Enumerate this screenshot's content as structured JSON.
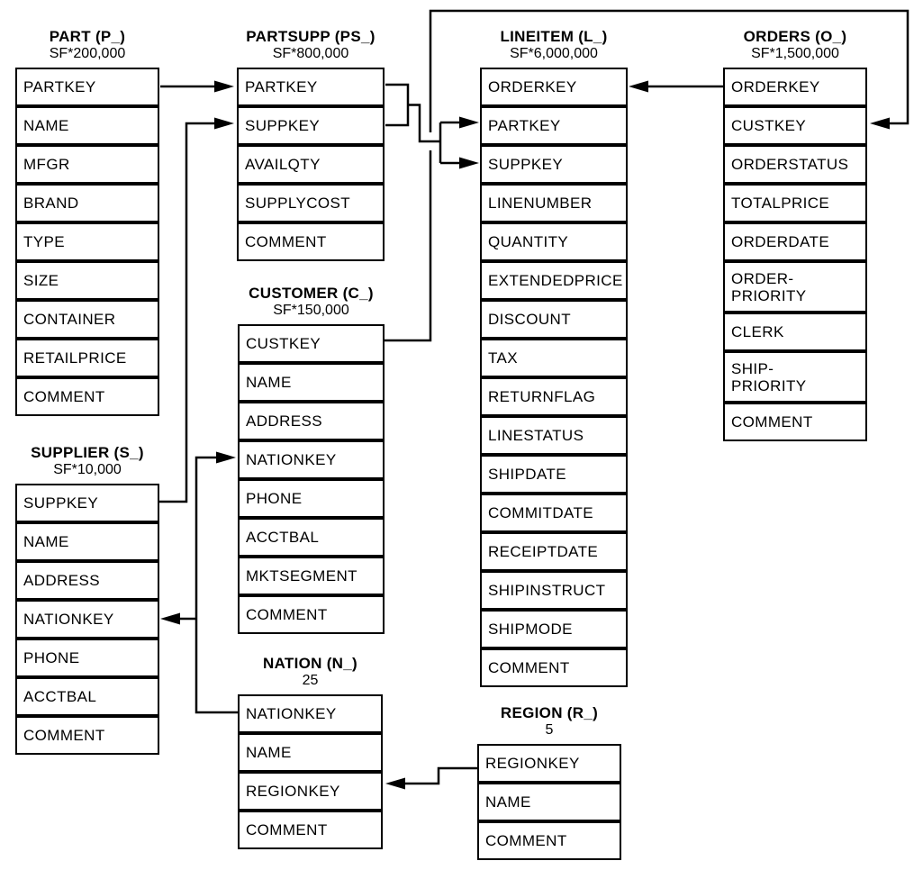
{
  "tables": {
    "part": {
      "title": "PART (P_)",
      "cardinality": "SF*200,000",
      "columns": [
        "PARTKEY",
        "NAME",
        "MFGR",
        "BRAND",
        "TYPE",
        "SIZE",
        "CONTAINER",
        "RETAILPRICE",
        "COMMENT"
      ]
    },
    "partsupp": {
      "title": "PARTSUPP (PS_)",
      "cardinality": "SF*800,000",
      "columns": [
        "PARTKEY",
        "SUPPKEY",
        "AVAILQTY",
        "SUPPLYCOST",
        "COMMENT"
      ]
    },
    "lineitem": {
      "title": "LINEITEM (L_)",
      "cardinality": "SF*6,000,000",
      "columns": [
        "ORDERKEY",
        "PARTKEY",
        "SUPPKEY",
        "LINENUMBER",
        "QUANTITY",
        "EXTENDEDPRICE",
        "DISCOUNT",
        "TAX",
        "RETURNFLAG",
        "LINESTATUS",
        "SHIPDATE",
        "COMMITDATE",
        "RECEIPTDATE",
        "SHIPINSTRUCT",
        "SHIPMODE",
        "COMMENT"
      ]
    },
    "orders": {
      "title": "ORDERS (O_)",
      "cardinality": "SF*1,500,000",
      "columns": [
        "ORDERKEY",
        "CUSTKEY",
        "ORDERSTATUS",
        "TOTALPRICE",
        "ORDERDATE",
        {
          "label": "ORDER-\nPRIORITY",
          "tall": true
        },
        "CLERK",
        {
          "label": "SHIP-\nPRIORITY",
          "tall": true
        },
        "COMMENT"
      ]
    },
    "customer": {
      "title": "CUSTOMER (C_)",
      "cardinality": "SF*150,000",
      "columns": [
        "CUSTKEY",
        "NAME",
        "ADDRESS",
        "NATIONKEY",
        "PHONE",
        "ACCTBAL",
        "MKTSEGMENT",
        "COMMENT"
      ]
    },
    "supplier": {
      "title": "SUPPLIER (S_)",
      "cardinality": "SF*10,000",
      "columns": [
        "SUPPKEY",
        "NAME",
        "ADDRESS",
        "NATIONKEY",
        "PHONE",
        "ACCTBAL",
        "COMMENT"
      ]
    },
    "nation": {
      "title": "NATION (N_)",
      "cardinality": "25",
      "columns": [
        "NATIONKEY",
        "NAME",
        "REGIONKEY",
        "COMMENT"
      ]
    },
    "region": {
      "title": "REGION (R_)",
      "cardinality": "5",
      "columns": [
        "REGIONKEY",
        "NAME",
        "COMMENT"
      ]
    }
  },
  "relationships": [
    {
      "from": "PART.PARTKEY",
      "to": "PARTSUPP.PARTKEY"
    },
    {
      "from": "SUPPLIER.SUPPKEY",
      "to": "PARTSUPP.SUPPKEY"
    },
    {
      "from": "PARTSUPP.PARTKEY",
      "to": "LINEITEM.PARTKEY"
    },
    {
      "from": "PARTSUPP.SUPPKEY",
      "to": "LINEITEM.SUPPKEY"
    },
    {
      "from": "ORDERS.ORDERKEY",
      "to": "LINEITEM.ORDERKEY"
    },
    {
      "from": "CUSTOMER.CUSTKEY",
      "to": "ORDERS.CUSTKEY"
    },
    {
      "from": "NATION.NATIONKEY",
      "to": "SUPPLIER.NATIONKEY"
    },
    {
      "from": "NATION.NATIONKEY",
      "to": "CUSTOMER.NATIONKEY"
    },
    {
      "from": "REGION.REGIONKEY",
      "to": "NATION.REGIONKEY"
    }
  ],
  "colors": {
    "line": "#000000",
    "text": "#000000",
    "background": "#ffffff"
  }
}
